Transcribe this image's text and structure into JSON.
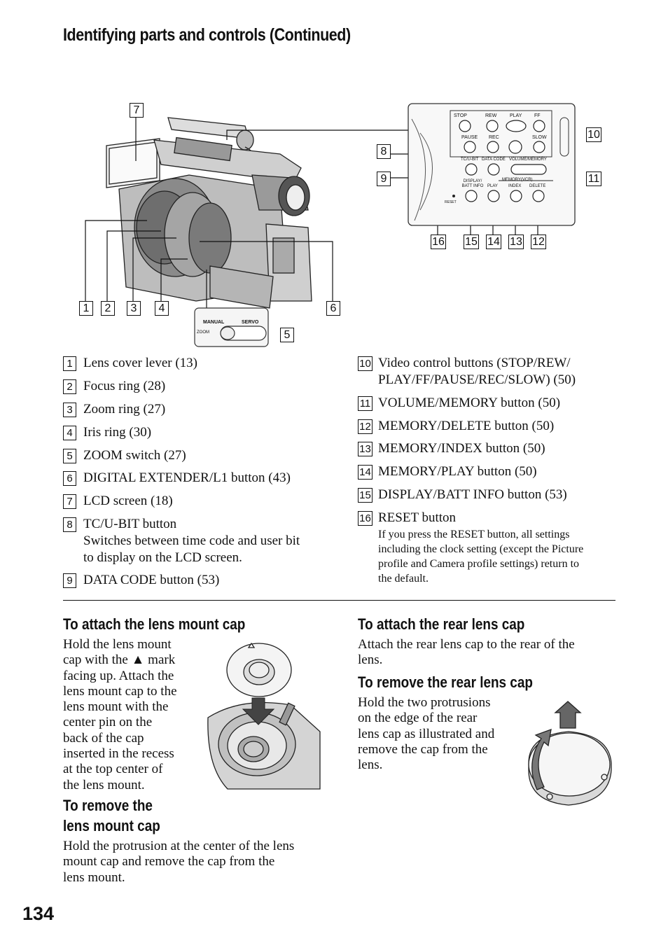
{
  "page": {
    "title": "Identifying parts and controls (Continued)",
    "number": "134"
  },
  "diagram": {
    "callouts": [
      "1",
      "2",
      "3",
      "4",
      "5",
      "6",
      "7",
      "8",
      "9",
      "10",
      "11",
      "12",
      "13",
      "14",
      "15",
      "16"
    ],
    "panel_labels": {
      "stop": "STOP",
      "rew": "REW",
      "play": "PLAY",
      "ff": "FF",
      "pause": "PAUSE",
      "rec": "REC",
      "slow": "SLOW",
      "tc_ubit": "TC/U-BIT",
      "data_code": "DATA CODE",
      "volume_memory": "VOLUME/MEMORY",
      "memory_vcr": "MEMORY(VCR)",
      "display_batt_info": "DISPLAY/\nBATT INFO",
      "play2": "PLAY",
      "index": "INDEX",
      "delete": "DELETE",
      "reset": "RESET"
    },
    "zoom_labels": {
      "manual": "MANUAL",
      "servo": "SERVO",
      "zoom": "ZOOM"
    }
  },
  "legend": {
    "left": [
      {
        "num": "1",
        "text": "Lens cover lever (13)"
      },
      {
        "num": "2",
        "text": "Focus ring (28)"
      },
      {
        "num": "3",
        "text": "Zoom ring (27)"
      },
      {
        "num": "4",
        "text": "Iris ring (30)"
      },
      {
        "num": "5",
        "text": "ZOOM switch (27)"
      },
      {
        "num": "6",
        "text": "DIGITAL EXTENDER/L1 button (43)"
      },
      {
        "num": "7",
        "text": "LCD screen (18)"
      },
      {
        "num": "8",
        "text": "TC/U-BIT button",
        "sub1": "Switches between time code and user bit",
        "sub2": "to display on the LCD screen."
      },
      {
        "num": "9",
        "text": "DATA CODE button (53)"
      }
    ],
    "right": [
      {
        "num": "10",
        "text": "Video control buttons (STOP/REW/",
        "text2": "PLAY/FF/PAUSE/REC/SLOW) (50)"
      },
      {
        "num": "11",
        "text": "VOLUME/MEMORY button (50)"
      },
      {
        "num": "12",
        "text": "MEMORY/DELETE button (50)"
      },
      {
        "num": "13",
        "text": "MEMORY/INDEX button (50)"
      },
      {
        "num": "14",
        "text": "MEMORY/PLAY button (50)"
      },
      {
        "num": "15",
        "text": "DISPLAY/BATT INFO button (53)"
      },
      {
        "num": "16",
        "text": "RESET button",
        "note": [
          "If you press the RESET button, all settings",
          "including the clock setting (except the Picture",
          "profile and Camera profile settings) return to",
          "the default."
        ]
      }
    ]
  },
  "sections": {
    "attach_mount_cap": {
      "heading": "To attach the lens mount cap",
      "lines": [
        "Hold the lens mount",
        "cap with the ▲ mark",
        "facing up. Attach the",
        "lens mount cap to the",
        "lens mount with the",
        "center pin on the",
        "back of the cap",
        "inserted in the recess",
        "at the top center of",
        "the lens mount."
      ]
    },
    "remove_mount_cap": {
      "heading1": "To remove the",
      "heading2": "lens mount cap",
      "lines": [
        "Hold the protrusion at the center of the lens",
        "mount cap and remove the cap from the",
        "lens mount."
      ]
    },
    "attach_rear_cap": {
      "heading": "To attach the rear lens cap",
      "lines": [
        "Attach the rear lens cap to the rear of the",
        "lens."
      ]
    },
    "remove_rear_cap": {
      "heading": "To remove the rear lens cap",
      "lines": [
        "Hold the two protrusions",
        "on the edge of the rear",
        "lens cap as illustrated and",
        "remove the cap from the",
        "lens."
      ]
    }
  }
}
